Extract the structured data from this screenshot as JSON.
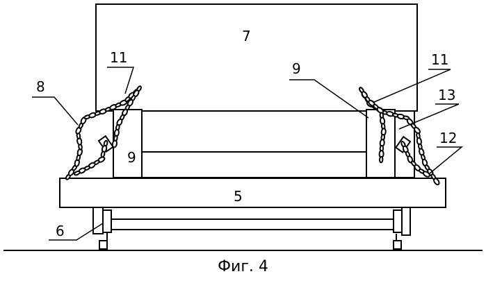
{
  "figure": {
    "caption": "Фиг. 4",
    "labels": {
      "l5": "5",
      "l6": "6",
      "l7": "7",
      "l8": "8",
      "l9_left": "9",
      "l9_right": "9",
      "l11_left": "11",
      "l11_right": "11",
      "l12": "12",
      "l13": "13"
    }
  }
}
